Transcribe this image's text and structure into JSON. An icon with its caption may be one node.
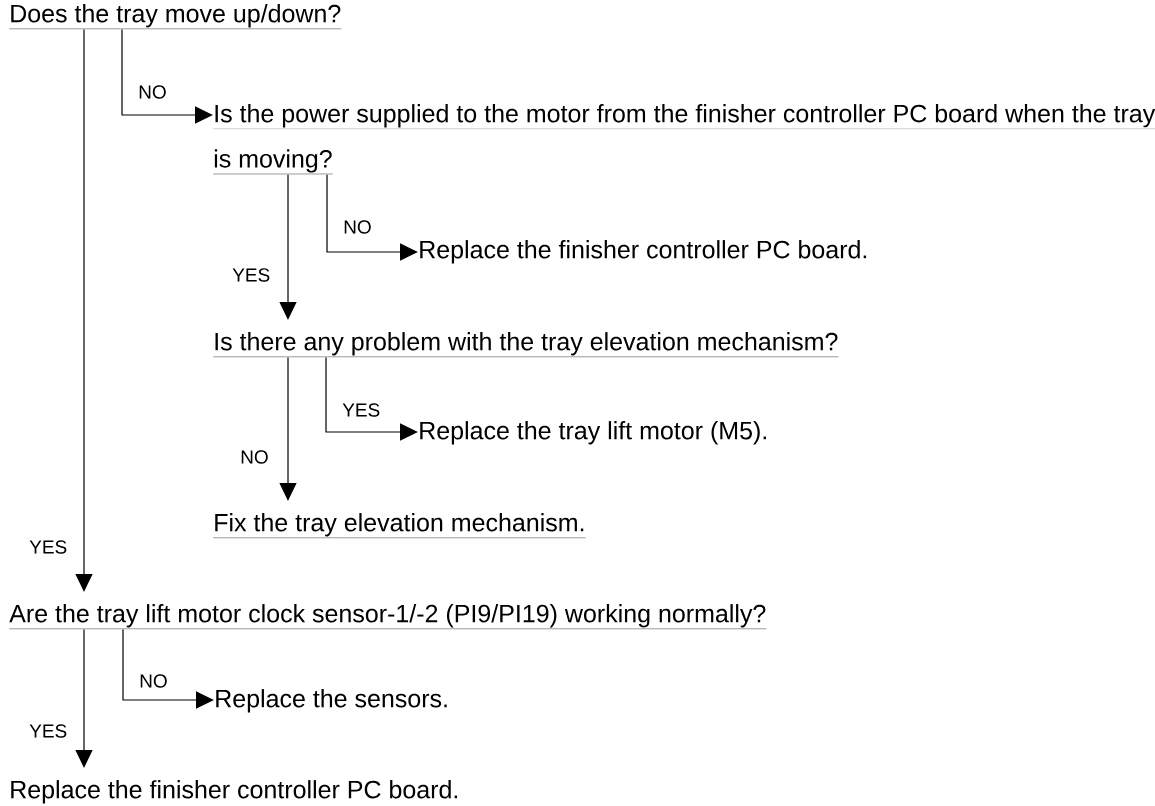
{
  "diagram": {
    "nodes": [
      {
        "text": [
          "Does the tray move up/down?"
        ]
      },
      {
        "text": [
          "Is the power supplied to the motor from the finisher controller PC board when the tray is moving?"
        ]
      },
      {
        "text": [
          "Replace the finisher controller PC board."
        ]
      },
      {
        "text": [
          "Is there any problem with the tray elevation mechanism?"
        ]
      },
      {
        "text": [
          "Replace the tray lift motor (M5)."
        ]
      },
      {
        "text": [
          "Fix the tray elevation mechanism."
        ]
      },
      {
        "text": [
          "Are the tray lift motor clock sensor-1/-2 (PI9/PI19) working normally?"
        ]
      },
      {
        "text": [
          "Replace the sensors."
        ]
      },
      {
        "text": [
          "Replace the finisher controller PC board."
        ]
      }
    ],
    "edges": [
      {
        "from": 0,
        "to": 1,
        "arrow": "to",
        "label": "NO"
      },
      {
        "from": 0,
        "to": 6,
        "arrow": "to",
        "label": "YES"
      },
      {
        "from": 1,
        "to": 2,
        "arrow": "to",
        "label": "NO"
      },
      {
        "from": 1,
        "to": 3,
        "arrow": "to",
        "label": "YES"
      },
      {
        "from": 3,
        "to": 4,
        "arrow": "to",
        "label": "YES"
      },
      {
        "from": 3,
        "to": 5,
        "arrow": "to",
        "label": "NO"
      },
      {
        "from": 6,
        "to": 7,
        "arrow": "to",
        "label": "NO"
      },
      {
        "from": 6,
        "to": 8,
        "arrow": "to",
        "label": "YES"
      }
    ]
  }
}
